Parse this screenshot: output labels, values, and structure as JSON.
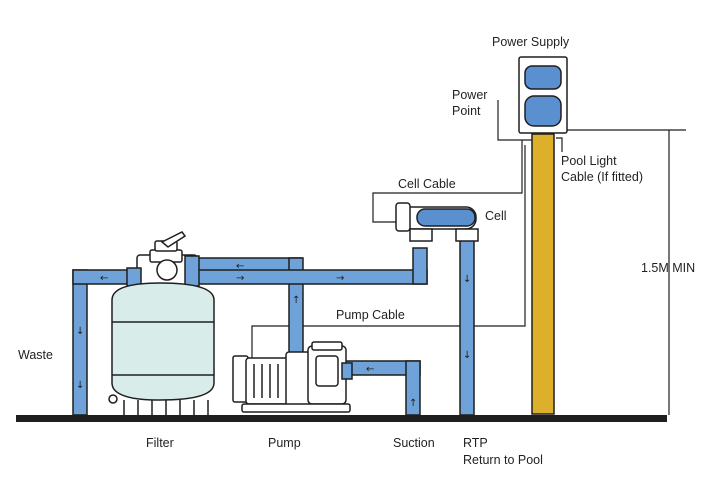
{
  "labels": {
    "power_supply": "Power Supply",
    "power_point_1": "Power",
    "power_point_2": "Point",
    "pool_light_1": "Pool Light",
    "pool_light_2": "Cable (If fitted)",
    "cell_cable": "Cell Cable",
    "cell": "Cell",
    "height": "1.5M MIN",
    "pump_cable": "Pump Cable",
    "waste": "Waste",
    "filter": "Filter",
    "pump": "Pump",
    "suction": "Suction",
    "rtp_1": "RTP",
    "rtp_2": "Return to Pool"
  },
  "colors": {
    "pipe": "#6fa2d9",
    "outline": "#1f1f1f",
    "tank": "#d8ecea",
    "post": "#dcb02a",
    "screen": "#5a8fd0",
    "ground": "#1f1f1f"
  },
  "flow_arrows": {
    "left": "←",
    "right": "→",
    "up": "↑",
    "down": "↓"
  }
}
